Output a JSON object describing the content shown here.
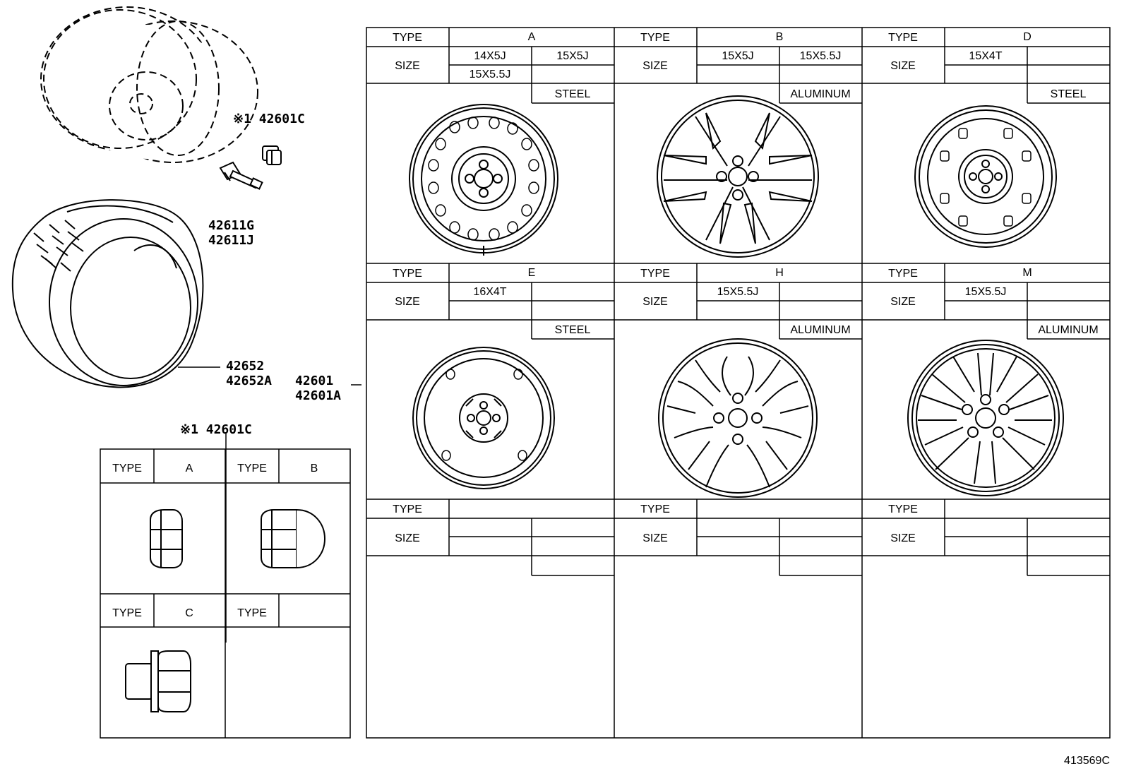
{
  "callouts": {
    "nut_top": "※1 42601C",
    "valve_1": "42611G",
    "valve_2": "42611J",
    "tire_1": "42652",
    "tire_2": "42652A",
    "wheel_1": "42601",
    "wheel_2": "42601A",
    "nut_table": "※1 42601C"
  },
  "wheel_table": {
    "type_label": "TYPE",
    "size_label": "SIZE",
    "cells": [
      {
        "type": "A",
        "sizes": [
          "14X5J",
          "15X5J",
          "15X5.5J",
          ""
        ],
        "material": "STEEL"
      },
      {
        "type": "B",
        "sizes": [
          "15X5J",
          "15X5.5J",
          "",
          ""
        ],
        "material": "ALUMINUM"
      },
      {
        "type": "D",
        "sizes": [
          "15X4T",
          "",
          "",
          ""
        ],
        "material": "STEEL"
      },
      {
        "type": "E",
        "sizes": [
          "16X4T",
          "",
          "",
          ""
        ],
        "material": "STEEL"
      },
      {
        "type": "H",
        "sizes": [
          "15X5.5J",
          "",
          "",
          ""
        ],
        "material": "ALUMINUM"
      },
      {
        "type": "M",
        "sizes": [
          "15X5.5J",
          "",
          "",
          ""
        ],
        "material": "ALUMINUM"
      },
      {
        "type": "",
        "sizes": [
          "",
          "",
          "",
          ""
        ],
        "material": ""
      },
      {
        "type": "",
        "sizes": [
          "",
          "",
          "",
          ""
        ],
        "material": ""
      },
      {
        "type": "",
        "sizes": [
          "",
          "",
          "",
          ""
        ],
        "material": ""
      }
    ]
  },
  "nut_table": {
    "type_label": "TYPE",
    "cells": [
      {
        "type": "A"
      },
      {
        "type": "B"
      },
      {
        "type": "C"
      },
      {
        "type": ""
      }
    ]
  },
  "diagram_id": "413569C"
}
